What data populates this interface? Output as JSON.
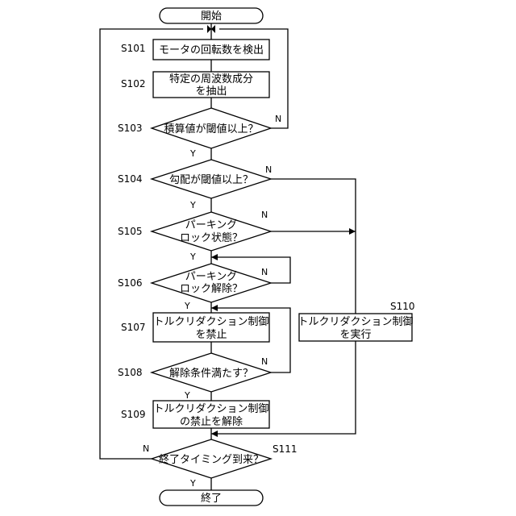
{
  "terminals": {
    "start": "開始",
    "end": "終了"
  },
  "steps": {
    "S101": {
      "id": "S101",
      "lines": [
        "モータの回転数を検出"
      ]
    },
    "S102": {
      "id": "S102",
      "lines": [
        "特定の周波数成分",
        "を抽出"
      ]
    },
    "S103": {
      "id": "S103",
      "lines": [
        "積算値が閾値以上？"
      ],
      "yes": "Y",
      "no": "N"
    },
    "S104": {
      "id": "S104",
      "lines": [
        "勾配が閾値以上？"
      ],
      "yes": "Y",
      "no": "N"
    },
    "S105": {
      "id": "S105",
      "lines": [
        "パーキング",
        "ロック状態？"
      ],
      "yes": "Y",
      "no": "N"
    },
    "S106": {
      "id": "S106",
      "lines": [
        "パーキング",
        "ロック解除？"
      ],
      "yes": "Y",
      "no": "N"
    },
    "S107": {
      "id": "S107",
      "lines": [
        "トルクリダクション制御",
        "を禁止"
      ]
    },
    "S108": {
      "id": "S108",
      "lines": [
        "解除条件満たす？"
      ],
      "yes": "Y",
      "no": "N"
    },
    "S109": {
      "id": "S109",
      "lines": [
        "トルクリダクション制御",
        "の禁止を解除"
      ]
    },
    "S110": {
      "id": "S110",
      "lines": [
        "トルクリダクション制御",
        "を実行"
      ]
    },
    "S111": {
      "id": "S111",
      "lines": [
        "終了タイミング到来？"
      ],
      "yes": "Y",
      "no": "N"
    }
  }
}
